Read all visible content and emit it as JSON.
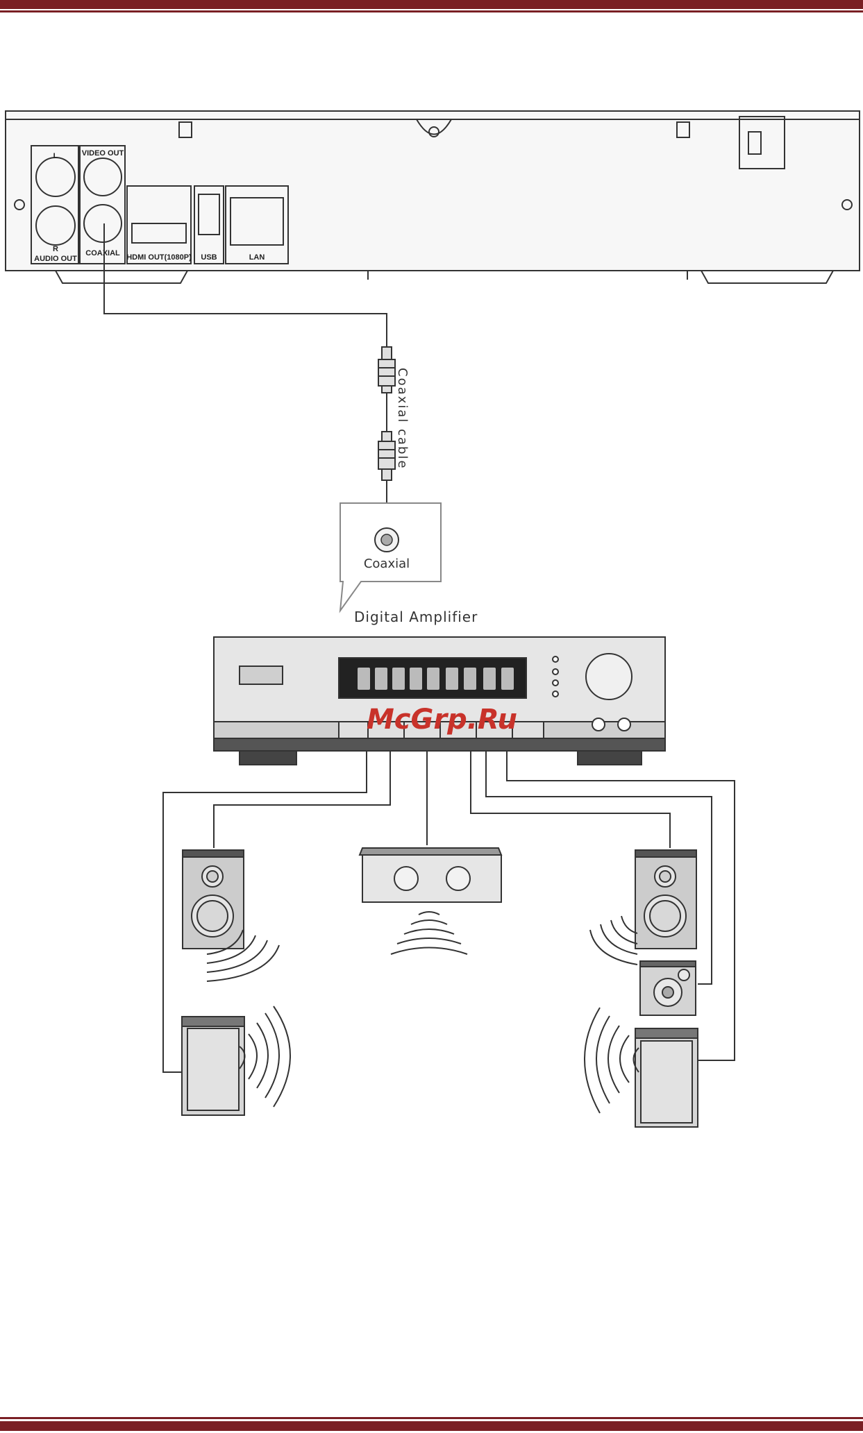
{
  "colors": {
    "rule": "#7a1f24",
    "line": "#333333",
    "device_fill": "#e6e6e6",
    "watermark": "#c8322a"
  },
  "player_panel": {
    "ports": {
      "audio_l": "L",
      "audio_r": "R",
      "audio_out": "AUDIO OUT",
      "video_out": "VIDEO OUT",
      "coaxial": "COAXIAL",
      "hdmi": "HDMI OUT(1080P)",
      "usb": "USB",
      "lan": "LAN"
    }
  },
  "cable": {
    "label": "Coaxial cable"
  },
  "callout": {
    "label": "Coaxial"
  },
  "amplifier": {
    "label": "Digital Amplifier"
  },
  "watermark": {
    "text": "McGrp.Ru"
  },
  "icons": [
    "coaxial-plug-icon",
    "speaker-icon",
    "subwoofer-icon",
    "sound-wave-icon"
  ]
}
